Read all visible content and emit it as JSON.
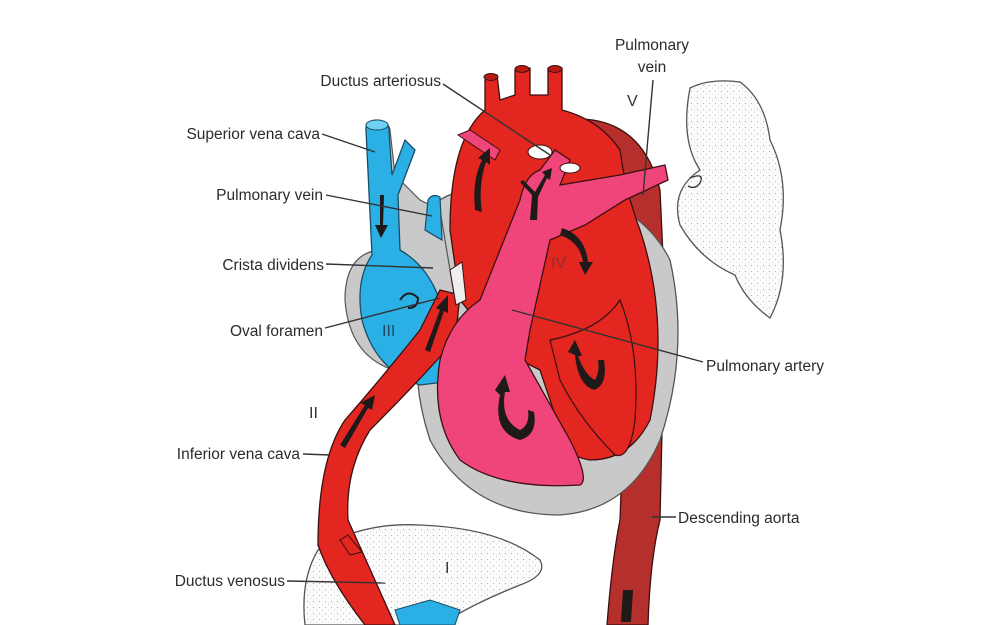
{
  "labels": {
    "pulmonary_vein_top_1": "Pulmonary",
    "pulmonary_vein_top_2": "vein",
    "ductus_arteriosus": "Ductus arteriosus",
    "superior_vena_cava": "Superior vena cava",
    "pulmonary_vein_left": "Pulmonary vein",
    "crista_dividens": "Crista dividens",
    "oval_foramen": "Oval foramen",
    "pulmonary_artery": "Pulmonary artery",
    "inferior_vena_cava": "Inferior vena cava",
    "descending_aorta": "Descending aorta",
    "ductus_venosus": "Ductus venosus"
  },
  "markers": {
    "I": "I",
    "II": "II",
    "III": "III",
    "IV": "IV",
    "V": "V"
  },
  "colors": {
    "oxygenated": "#e3261f",
    "aorta_dark": "#b5302d",
    "deoxygenated": "#2bb0e6",
    "mixed": "#f0457a",
    "pericardium": "#c9c9c9"
  }
}
